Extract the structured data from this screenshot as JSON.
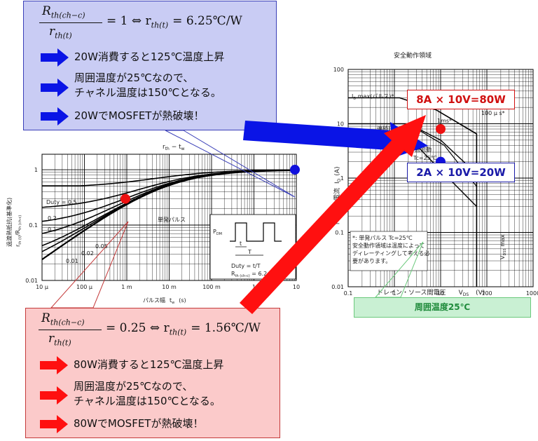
{
  "blue_box": {
    "numerator": "R",
    "numerator_sub": "th(ch−c)",
    "denominator": "r",
    "denominator_sub": "th(t)",
    "equation": "= 1 ⇔ r",
    "equation_sub": "th(t)",
    "equation_tail": "= 6.25℃/W",
    "items": [
      "20W消費すると125℃温度上昇",
      "周囲温度が25℃なので、",
      "チャネル温度は150℃となる。",
      "20WでMOSFETが熱破壊！"
    ]
  },
  "red_box": {
    "numerator": "R",
    "numerator_sub": "th(ch−c)",
    "denominator": "r",
    "denominator_sub": "th(t)",
    "equation": "= 0.25 ⇔ r",
    "equation_sub": "th(t)",
    "equation_tail": "= 1.56℃/W",
    "items": [
      "80W消費すると125℃温度上昇",
      "周囲温度が25℃なので、",
      "チャネル温度は150℃となる。",
      "80WでMOSFETが熱破壊！"
    ]
  },
  "left_chart": {
    "title": "r",
    "title_sub": "th",
    "title_tail": " − t",
    "title_tail_sub": "w",
    "ylabel1": "過渡熱抵抗(基準化)",
    "ylabel2": "r",
    "ylabel2_sub": "th (t)",
    "ylabel2_mid": "/R",
    "ylabel2_sub2": "th (ch-c)",
    "xlabel": "パルス幅",
    "xlabel_sym": "t",
    "xlabel_sub": "w",
    "xlabel_unit": "(s)",
    "y_ticks": [
      "1",
      "0.1",
      "0.01"
    ],
    "x_ticks": [
      "10 μ",
      "100 μ",
      "1 m",
      "10 m",
      "100 m",
      "1",
      "10"
    ],
    "curve_labels": [
      "Duty = 0.5",
      "0.2",
      "0.1",
      "0.05",
      "0.02",
      "0.01",
      "単発パルス"
    ],
    "inset_pdm": "P",
    "inset_pdm_sub": "DM",
    "inset_t": "t",
    "inset_T": "T",
    "inset_duty": "Duty = t/T",
    "inset_rth": "R",
    "inset_rth_sub": "th (ch-c)",
    "inset_rth_tail": " = 6.2",
    "marker_blue": {
      "tw": 10,
      "rth_norm": 1
    },
    "marker_red": {
      "tw": 0.001,
      "rth_norm": 0.25
    }
  },
  "right_chart": {
    "title": "安全動作領域",
    "y_ticks": [
      "100",
      "10",
      "1",
      "0.1",
      "0.01"
    ],
    "x_ticks": [
      "0.1",
      "1",
      "10",
      "100",
      "1000"
    ],
    "ylabel": "ドレイン電流",
    "ylabel_sym": "I",
    "ylabel_sub": "D",
    "ylabel_unit": "(A)",
    "xlabel": "ドレイン・ソース間電圧",
    "xlabel_sym": "V",
    "xlabel_sub": "DS",
    "xlabel_unit": "(V)",
    "id_max": "I",
    "id_max_sub": "D",
    "id_max_tail": " max(パルス)*",
    "id_max_cont": "連続)",
    "us100": "100 μ s*",
    "ms1": "1ms*",
    "dc_label": "直流動",
    "tc_label": "Tc=25℃",
    "note_lines": [
      "*: 単発パルス  Tc=25℃",
      "安全動作領域は温度によって",
      "ディレーティングして考える必",
      "要があります。"
    ],
    "vdss": "V",
    "vdss_sub": "DSS",
    "vdss_tail": " max",
    "marker_red": {
      "vds": 10,
      "id": 8
    },
    "marker_blue": {
      "vds": 10,
      "id": 2
    }
  },
  "labels": {
    "red": "8A × 10V=80W",
    "blue": "2A × 10V=20W",
    "green": "周囲温度25℃"
  },
  "colors": {
    "blue_fill": "#c9ccf4",
    "red_fill": "#fbcaca",
    "blue_arrow": "#0a14e6",
    "red_arrow": "#ff1010",
    "marker_red": "#ee1111",
    "marker_blue": "#1111dd",
    "green": "#1e8a3a"
  }
}
